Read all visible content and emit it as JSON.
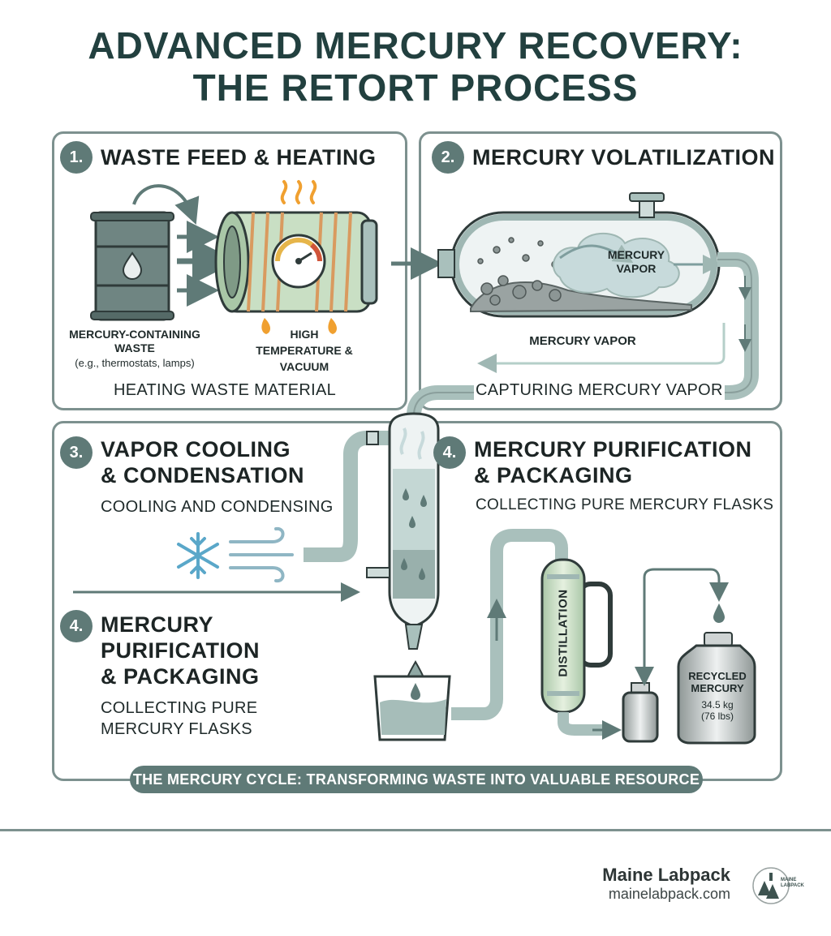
{
  "title": {
    "line1": "ADVANCED MERCURY RECOVERY:",
    "line2": "THE RETORT PROCESS"
  },
  "step1": {
    "number": "1.",
    "heading": "WASTE FEED & HEATING",
    "waste_label_line1": "MERCURY-CONTAINING",
    "waste_label_line2": "WASTE",
    "waste_examples": "(e.g., thermostats, lamps)",
    "heat_label_line1": "HIGH",
    "heat_label_line2": "TEMPERATURE &",
    "heat_label_line3": "VACUUM",
    "caption": "HEATING WASTE MATERIAL"
  },
  "step2": {
    "number": "2.",
    "heading": "MERCURY VOLATILIZATION",
    "vapor_inner_line1": "MERCURY",
    "vapor_inner_line2": "VAPOR",
    "vapor_label": "MERCURY VAPOR",
    "caption": "CAPTURING MERCURY VAPOR"
  },
  "step3": {
    "number": "3.",
    "heading_line1": "VAPOR COOLING",
    "heading_line2": "& CONDENSATION",
    "caption": "COOLING AND CONDENSING"
  },
  "step4a": {
    "number": "4.",
    "heading_line1": "MERCURY PURIFICATION",
    "heading_line2": "& PACKAGING",
    "caption": "COLLECTING PURE MERCURY FLASKS"
  },
  "step4b": {
    "number": "4.",
    "heading_line1": "MERCURY",
    "heading_line2": "PURIFICATION",
    "heading_line3": "& PACKAGING",
    "caption_line1": "COLLECTING PURE",
    "caption_line2": "MERCURY FLASKS"
  },
  "distillation_label": "DISTILLATION",
  "flask": {
    "line1": "RECYCLED",
    "line2": "MERCURY",
    "weight": "34.5 kg",
    "weight_lbs": "(76 lbs)"
  },
  "banner": "THE MERCURY CYCLE: TRANSFORMING WASTE INTO VALUABLE RESOURCE",
  "brand": {
    "name": "Maine Labpack",
    "url": "mainelabpack.com",
    "logo_text_line1": "MAINE",
    "logo_text_line2": "LABPACK"
  },
  "colors": {
    "accent": "#5f7a77",
    "title": "#22403f",
    "pipe": "#a9c0bc",
    "heater_green": "#c9dfc4",
    "coil": "#d99a5f",
    "flame": "#f0a030",
    "cold": "#5aa7c9"
  },
  "icons": [
    "drum-icon",
    "retort-icon",
    "gauge-icon",
    "flame-icon",
    "snowflake-icon",
    "wind-icon",
    "condenser-icon",
    "beaker-icon",
    "distillation-column-icon",
    "flask-icon",
    "logo-icon"
  ]
}
